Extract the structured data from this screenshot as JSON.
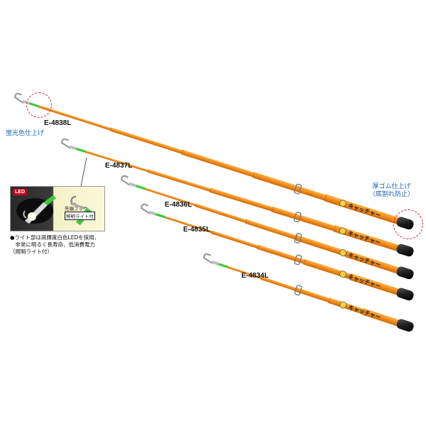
{
  "colors": {
    "pole": "#f08a1c",
    "pole_dark": "#c96a0a",
    "tip": "#3cc83c",
    "cap": "#1e1e1e",
    "annotation": "#1a5fb4",
    "highlight_circle": "#e01b24"
  },
  "models": [
    "E-4838L",
    "E-4837L",
    "E-4836L",
    "E-4835L",
    "E-4834L"
  ],
  "brand_text": "キャッチャー",
  "notes": {
    "fluorescent_tip": "蛍光色仕上げ",
    "rubber_cap_line1": "厚ゴム仕上げ",
    "rubber_cap_line2": "（底割れ防止）"
  },
  "inset": {
    "led_badge": "LED",
    "hook_label": "先端フック",
    "light_label": "照明ライト付"
  },
  "features": {
    "line1": "●ライト部は高輝度白色LEDを採用、",
    "line2": "　非常に明るく長寿命、低消費電力",
    "line3": "（照明ライト付）"
  },
  "icons": [
    "hook-icon",
    "led-light-icon",
    "rubber-cap-icon"
  ]
}
